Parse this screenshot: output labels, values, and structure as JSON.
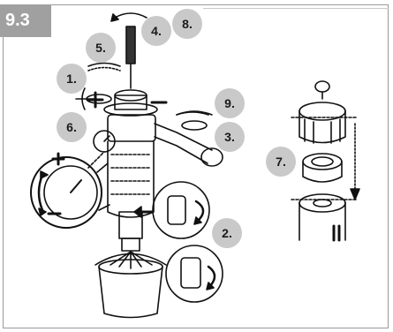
{
  "section": "9.3",
  "steps": {
    "s1": "1.",
    "s2": "2.",
    "s3": "3.",
    "s4": "4.",
    "s5": "5.",
    "s6": "6.",
    "s7": "7.",
    "s8": "8.",
    "s9": "9."
  },
  "symbols": {
    "plus": "+",
    "minus": "−"
  },
  "colors": {
    "tag_bg": "#a0a0a0",
    "badge_bg": "#c9c9c9",
    "line": "#111111"
  }
}
